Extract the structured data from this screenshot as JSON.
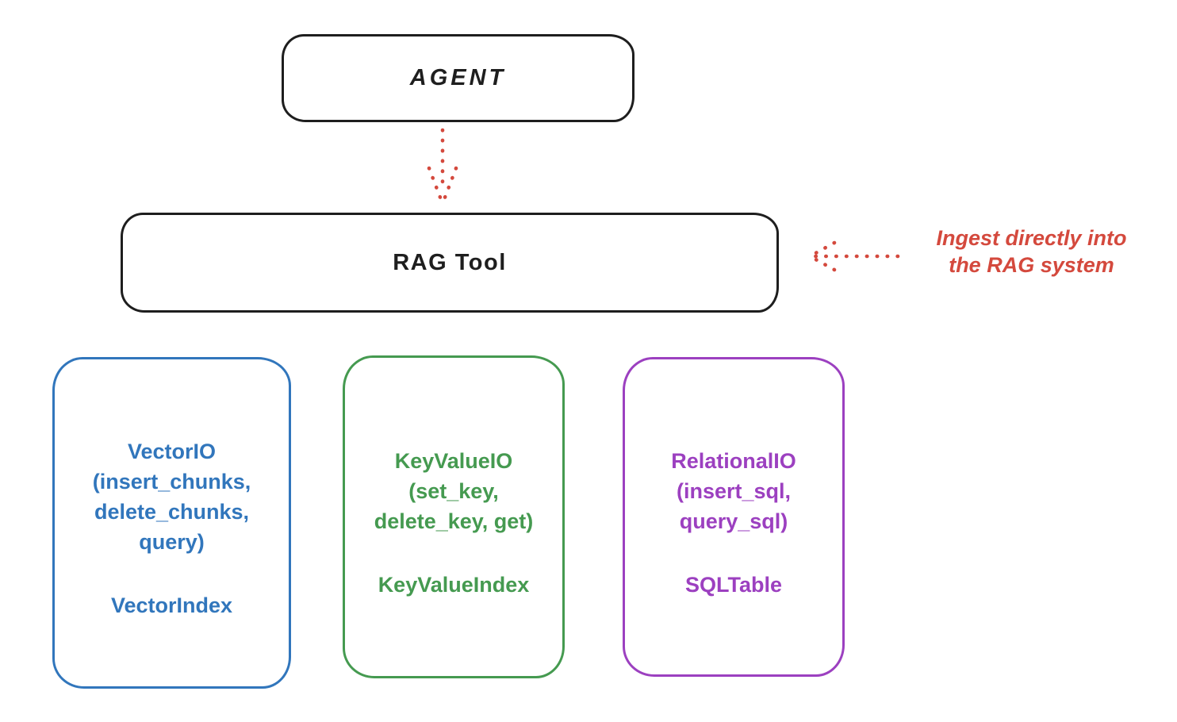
{
  "colors": {
    "stroke": "#1e1e1e",
    "red": "#d4493d",
    "background": "#ffffff"
  },
  "agent": {
    "label": "AGENT"
  },
  "rag_tool": {
    "label": "RAG Tool"
  },
  "annotation": {
    "text": "Ingest directly into\nthe RAG system"
  },
  "backends": [
    {
      "body": "VectorIO\n(insert_chunks,\ndelete_chunks,\nquery)",
      "footer": "VectorIndex",
      "color": "#3176bc"
    },
    {
      "body": "KeyValueIO\n(set_key,\ndelete_key, get)",
      "footer": "KeyValueIndex",
      "color": "#459a50"
    },
    {
      "body": "RelationalIO\n(insert_sql,\nquery_sql)",
      "footer": "SQLTable",
      "color": "#9c40c0"
    }
  ],
  "icons": {
    "agent_to_rag_arrow": "dotted-arrow-down",
    "ingest_arrow": "dotted-arrow-left"
  }
}
